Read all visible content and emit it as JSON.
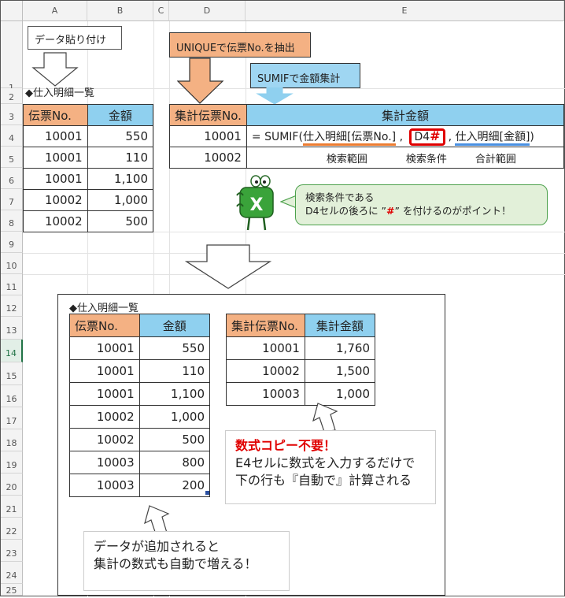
{
  "sheet": {
    "columns": [
      "A",
      "B",
      "C",
      "D",
      "E"
    ],
    "rows": [
      "1",
      "2",
      "3",
      "4",
      "5",
      "6",
      "7",
      "8",
      "9",
      "10",
      "11",
      "12",
      "13",
      "14",
      "15",
      "16",
      "17",
      "18",
      "19",
      "20",
      "21",
      "22",
      "23",
      "24",
      "25"
    ],
    "selected_row": "14"
  },
  "paste_label": "データ貼り付け",
  "table1": {
    "title": "◆仕入明細一覧",
    "headers": [
      "伝票No.",
      "金額"
    ],
    "rows": [
      [
        "10001",
        "550"
      ],
      [
        "10001",
        "110"
      ],
      [
        "10001",
        "1,100"
      ],
      [
        "10002",
        "1,000"
      ],
      [
        "10002",
        "500"
      ]
    ]
  },
  "unique_label": "UNIQUEで伝票No.を抽出",
  "sumif_label": "SUMIFで金額集計",
  "table2": {
    "headers": [
      "集計伝票No.",
      "集計金額"
    ],
    "rows": [
      "10001",
      "10002"
    ],
    "formula": {
      "prefix": "= SUMIF(",
      "range": "仕入明細[伝票No.]",
      "comma1": " ,",
      "criteria": "D4",
      "hash": "#",
      "comma2": ",",
      "sum_range": "仕入明細[金額]",
      "suffix": ")"
    },
    "formula_notes": [
      "検索範囲",
      "検索条件",
      "合計範囲"
    ]
  },
  "mascot": {
    "letter": "X"
  },
  "bubble": {
    "line1": "検索条件である",
    "line2_pre": "D4セルの後ろに ”",
    "line2_hash": "#",
    "line2_post": "” を付けるのがポイント！"
  },
  "panel": {
    "title": "◆仕入明細一覧",
    "left_headers": [
      "伝票No.",
      "金額"
    ],
    "left_rows": [
      [
        "10001",
        "550"
      ],
      [
        "10001",
        "110"
      ],
      [
        "10001",
        "1,100"
      ],
      [
        "10002",
        "1,000"
      ],
      [
        "10002",
        "500"
      ],
      [
        "10003",
        "800"
      ],
      [
        "10003",
        "200"
      ]
    ],
    "right_headers": [
      "集計伝票No.",
      "集計金額"
    ],
    "right_rows": [
      [
        "10001",
        "1,760"
      ],
      [
        "10002",
        "1,500"
      ],
      [
        "10003",
        "1,000"
      ]
    ],
    "note1_red": "数式コピー不要！",
    "note1_l2": "E4セルに数式を入力するだけで",
    "note1_l3": "下の行も『自動で』計算される",
    "note2_l1": "データが追加されると",
    "note2_l2": "集計の数式も自動で増える！"
  },
  "colors": {
    "orange": "#f4b183",
    "blue": "#8fd0ef",
    "red": "#e00000",
    "green": "#217346"
  }
}
